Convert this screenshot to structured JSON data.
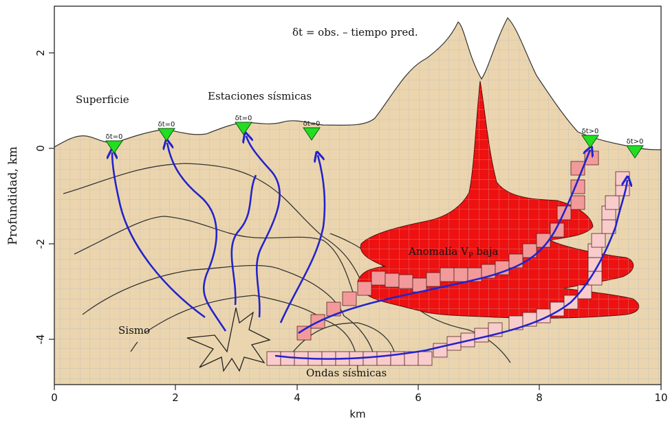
{
  "axes": {
    "xlabel": "km",
    "ylabel": "Profundidad, km",
    "x_ticks": [
      "0",
      "2",
      "4",
      "6",
      "8",
      "10"
    ],
    "y_ticks": [
      "2",
      "0",
      "-2",
      "-4"
    ]
  },
  "labels": {
    "formula": "δt = obs. – tiempo pred.",
    "surface": "Superficie",
    "stations": "Estaciones sísmicas",
    "anomaly_pre": "Anomalía V",
    "anomaly_sub": "P",
    "anomaly_post": " baja",
    "quake": "Sismo",
    "waves": "Ondas sísmicas"
  },
  "stations": [
    {
      "label": "δt=0"
    },
    {
      "label": "δt=0"
    },
    {
      "label": "δt=0"
    },
    {
      "label": "δt=0"
    },
    {
      "label": "δt>0"
    },
    {
      "label": "δt>0"
    }
  ],
  "colors": {
    "ground": "#ebd5ae",
    "grid": "#c9c9c9",
    "anomaly": "#ee1111",
    "ray": "#2323cc",
    "station": "#22dd22",
    "cell_mid": "#f29a9a",
    "cell_light": "#f9cccc"
  }
}
